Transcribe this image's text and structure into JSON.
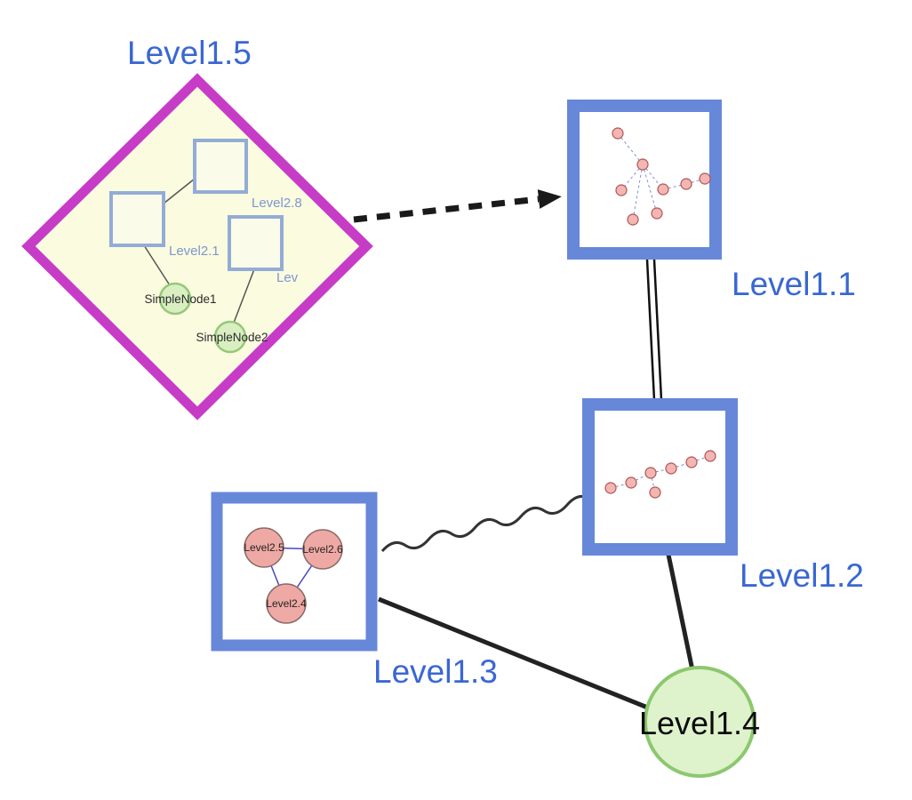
{
  "diagram": {
    "labels": {
      "level15": "Level1.5",
      "level11": "Level1.1",
      "level12": "Level1.2",
      "level13": "Level1.3",
      "level14": "Level1.4"
    },
    "diamond_children": {
      "level28": "Level2.8",
      "level21": "Level2.1",
      "lev_clipped": "Lev",
      "simplenode1": "SimpleNode1",
      "simplenode2": "SimpleNode2"
    },
    "level13_children": {
      "level25": "Level2.5",
      "level26": "Level2.6",
      "level24": "Level2.4"
    },
    "colors": {
      "label_blue": "#3a67d2",
      "diamond_stroke": "#c73cc7",
      "diamond_fill": "#fbfbdf",
      "group_node_border": "#6787d8",
      "group_node_fill": "#ffffff",
      "inner_square_border": "#93acd6",
      "inner_square_fill": "#fbfbe9",
      "green_node_fill": "#d9efc2",
      "green_node_border": "#94c878",
      "pink_node_fill": "#efa9a5",
      "pink_node_border": "#8a6a6a",
      "edge_black": "#222222",
      "mini_edge_blue": "#7f8fd0",
      "triangle_edge_blue": "#4646c8",
      "label_dark": "#0c0c0c"
    }
  }
}
